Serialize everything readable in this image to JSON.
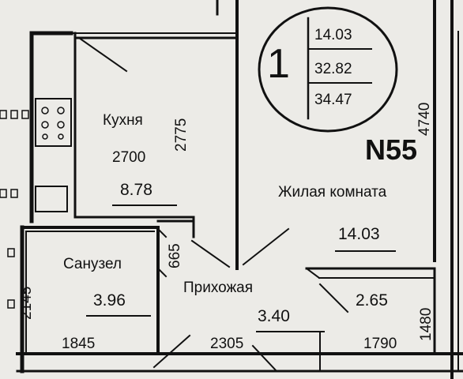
{
  "apartment": {
    "rooms_count": "1",
    "summary_areas": [
      "14.03",
      "32.82",
      "34.47"
    ],
    "number": "N55"
  },
  "rooms": {
    "kitchen": {
      "name": "Кухня",
      "area": "8.78"
    },
    "living": {
      "name": "Жилая комната",
      "area": "14.03"
    },
    "bathroom": {
      "name": "Санузел",
      "area": "3.96"
    },
    "hall": {
      "name": "Прихожая",
      "area": "3.40"
    },
    "closet": {
      "area": "2.65"
    }
  },
  "dimensions": {
    "kitchen_width": "2700",
    "kitchen_depth": "2775",
    "living_depth": "4740",
    "hall_gap": "665",
    "bathroom_depth": "2145",
    "bathroom_width": "1845",
    "hall_width": "2305",
    "closet_width": "1790",
    "closet_depth": "1480"
  },
  "colors": {
    "ink": "#111111",
    "paper": "#ecebe7"
  }
}
